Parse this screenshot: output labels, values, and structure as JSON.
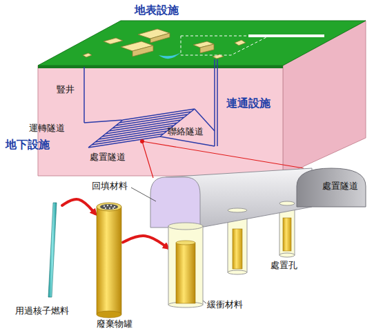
{
  "diagram": {
    "nodes": [
      {
        "text": [
          "用過核子燃料"
        ]
      },
      {
        "text": [
          "廢棄物罐"
        ]
      },
      {
        "text": [
          "緩衝材料"
        ]
      }
    ],
    "edges": [
      {
        "from": 0,
        "to": 1,
        "arrow": "to"
      },
      {
        "from": 1,
        "to": 2,
        "arrow": "to"
      }
    ],
    "labels": [
      "地表設施",
      "豎井",
      "連通設施",
      "運轉隧道",
      "地下設施",
      "處置隧道",
      "聯絡隧道",
      "回填材料",
      "處置隧道",
      "處置孔"
    ]
  }
}
